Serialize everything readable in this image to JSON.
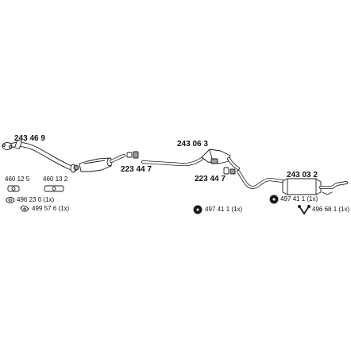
{
  "colors": {
    "line": "#1a1a1a",
    "fill": "#ffffff",
    "shade": "#9a9a9a",
    "text": "#111111"
  },
  "parts": {
    "front_pipe": "243 46 9",
    "center_pipe_a": "223 44 7",
    "middle_silencer": "243 06 3",
    "center_pipe_b": "223 44 7",
    "rear_silencer": "243 03 2"
  },
  "fittings": {
    "clamp_a": "460 12 5",
    "clamp_b": "460 13 2",
    "gasket_a": "496 23 0 (1x)",
    "gasket_b": "499 57 6 (1x)",
    "rubber_mount_a": "497 41 1 (1x)",
    "rubber_mount_b": "497 41 1 (1x)",
    "hanger": "496 68 1 (1x)"
  },
  "icons": {
    "clamp_a": "clamp-icon",
    "clamp_b": "clamp-icon",
    "gasket_a": "gasket-icon",
    "gasket_b": "gasket-icon",
    "rubber_mount_a": "rubber-mount-icon",
    "rubber_mount_b": "rubber-mount-icon",
    "hanger": "v-hanger-icon"
  }
}
